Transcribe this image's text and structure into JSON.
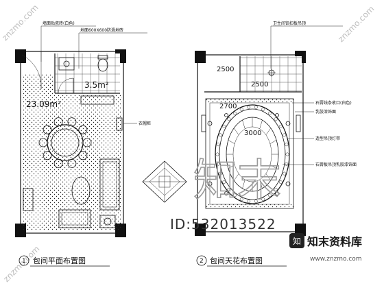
{
  "watermarks": {
    "corner_top_left": "znzmo.com",
    "corner_top_right": "znzmo.com",
    "corner_bottom_left": "znzmo.com",
    "center_logo": "知末",
    "id_text": "ID:532013522",
    "brand": "知末资料库",
    "brand_url": "www.znzmo.com"
  },
  "plan_left": {
    "number": "1",
    "title": "包间平面布置图",
    "area_toilet": "3.5m²",
    "area_room": "23.09m²",
    "annotations": [
      "墙面贴瓷砖(白色)",
      "地面600X600防滑地砖",
      "衣帽柜"
    ]
  },
  "plan_right": {
    "number": "2",
    "title": "包间天花布置图",
    "dims": [
      "2500",
      "2500",
      "2700",
      "3000"
    ],
    "annotations": [
      "卫生间铝扣板吊顶",
      "石膏线条收口(白色)",
      "乳胶漆饰面",
      "造型吊顶灯带",
      "石膏板吊顶乳胶漆饰面"
    ]
  }
}
